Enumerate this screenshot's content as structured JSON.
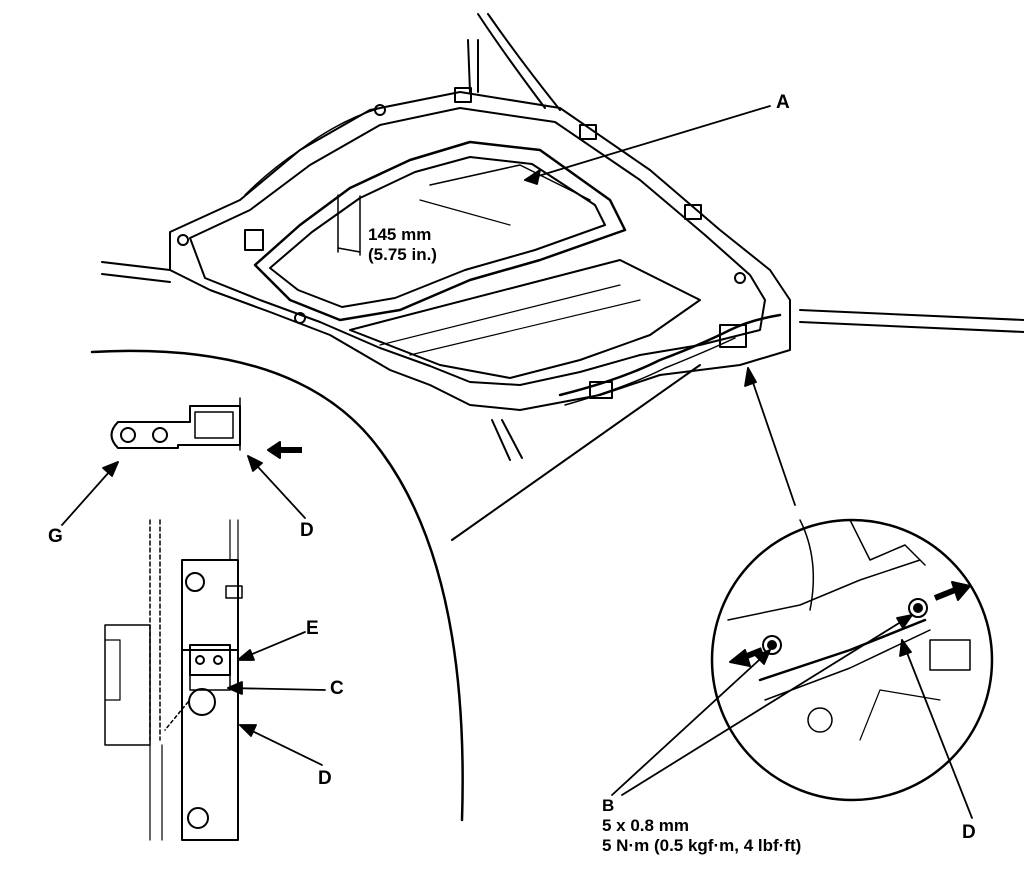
{
  "labels": {
    "a": "A",
    "b": "B",
    "c": "C",
    "d_top": "D",
    "d_mid": "D",
    "d_right": "D",
    "e": "E",
    "g": "G"
  },
  "dimension": {
    "metric": "145 mm",
    "imperial": "(5.75 in.)"
  },
  "fastener": {
    "size": "5 x 0.8 mm",
    "torque": "5 N·m (0.5 kgf·m, 4 lbf·ft)"
  }
}
